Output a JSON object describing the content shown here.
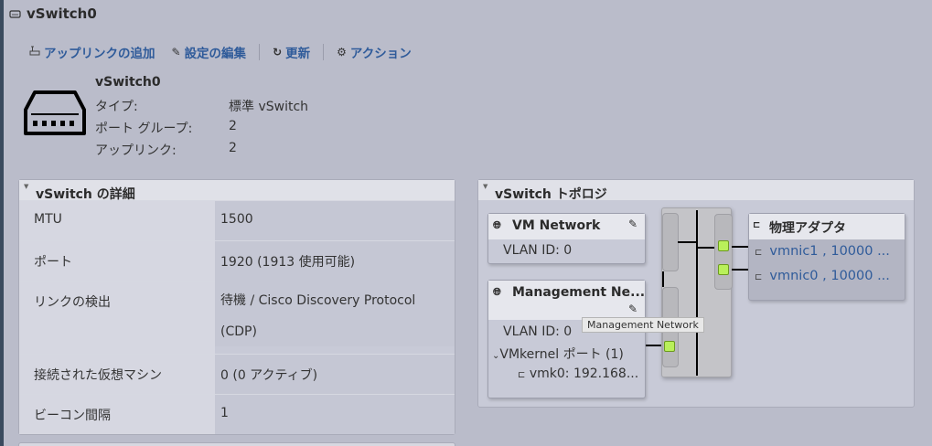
{
  "window": {
    "title": "vSwitch0"
  },
  "toolbar": {
    "add_uplink": "アップリンクの追加",
    "edit_settings": "設定の編集",
    "refresh": "更新",
    "actions": "アクション"
  },
  "summary": {
    "name": "vSwitch0",
    "rows": [
      {
        "label": "タイプ:",
        "value": "標準 vSwitch"
      },
      {
        "label": "ポート グループ:",
        "value": "2"
      },
      {
        "label": "アップリンク:",
        "value": "2"
      }
    ]
  },
  "details": {
    "title": "vSwitch の詳細",
    "rows": [
      {
        "label": "MTU",
        "value": "1500"
      },
      {
        "label": "ポート",
        "value": "1920 (1913 使用可能)"
      },
      {
        "label": "リンクの検出",
        "value": "待機 / Cisco Discovery Protocol",
        "value2": "(CDP)"
      },
      {
        "label": "接続された仮想マシン",
        "value": "0 (0 アクティブ)"
      },
      {
        "label": "ビーコン間隔",
        "value": "1"
      }
    ]
  },
  "topology": {
    "title": "vSwitch トポロジ",
    "port_groups": [
      {
        "name": "VM Network",
        "vlan": "VLAN ID: 0"
      },
      {
        "name": "Management Ne...",
        "vlan": "VLAN ID: 0",
        "vmkernel": "VMkernel ポート (1)",
        "vmk": "vmk0: 192.168..."
      }
    ],
    "physical_adapters": {
      "title": "物理アダプタ",
      "nics": [
        "vmnic1 , 10000 ...",
        "vmnic0 , 10000 ..."
      ]
    },
    "tooltip": "Management Network"
  },
  "colors": {
    "link": "#2f5b9a",
    "background": "#babcca",
    "port_green": "#b9f05a"
  }
}
